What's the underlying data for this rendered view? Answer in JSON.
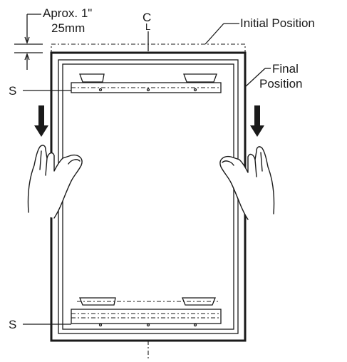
{
  "labels": {
    "gap": "Aprox. 1\"",
    "gap_metric": "25mm",
    "centerline": "C",
    "centerline_sub": "L",
    "initial_position": "Initial Position",
    "final_line1": "Final",
    "final_line2": "Position",
    "s_top": "S",
    "s_bottom": "S"
  },
  "icons": {
    "down_arrow": "down-arrow-icon",
    "hand": "hand-icon"
  },
  "colors": {
    "line": "#1a1a1a",
    "background": "#ffffff"
  }
}
